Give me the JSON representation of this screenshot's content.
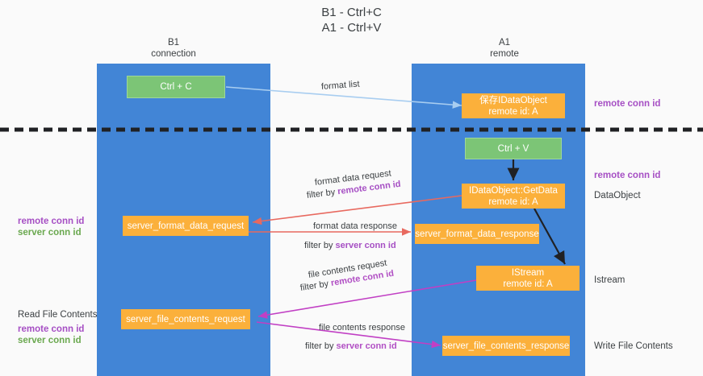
{
  "title": {
    "line1": "B1 - Ctrl+C",
    "line2": "A1 - Ctrl+V"
  },
  "columns": {
    "left": {
      "name": "B1",
      "role": "connection"
    },
    "right": {
      "name": "A1",
      "role": "remote"
    }
  },
  "boxes": {
    "ctrl_c": "Ctrl + C",
    "ctrl_v": "Ctrl + V",
    "save_idataobject_l1": "保存IDataObject",
    "save_idataobject_l2": "remote id: A",
    "getdata_l1": "IDataObject::GetData",
    "getdata_l2": "remote id: A",
    "istream_l1": "IStream",
    "istream_l2": "remote id: A",
    "server_format_data_request": "server_format_data_request",
    "server_format_data_response": "server_format_data_response",
    "server_file_contents_request": "server_file_contents_request",
    "server_file_contents_response": "server_file_contents_response"
  },
  "arrows": {
    "format_list": "format list",
    "format_data_request": "format data request",
    "format_data_request_filter_prefix": "filter by ",
    "format_data_request_filter_key": "remote conn id",
    "format_data_response": "format data response",
    "format_data_response_filter_prefix": "filter by ",
    "format_data_response_filter_key": "server conn id",
    "file_contents_request": "file contents request",
    "file_contents_request_filter_prefix": "filter by ",
    "file_contents_request_filter_key": "remote conn id",
    "file_contents_response": "file contents response",
    "file_contents_response_filter_prefix": "filter by ",
    "file_contents_response_filter_key": "server conn id"
  },
  "side_labels": {
    "right_remote_conn_id_top": "remote conn id",
    "right_remote_conn_id_mid": "remote conn id",
    "right_dataobject": "DataObject",
    "right_istream": "Istream",
    "right_write_file_contents": "Write File Contents",
    "left_remote_conn_id_mid": "remote conn id",
    "left_server_conn_id_mid": "server conn id",
    "left_read_file_contents": "Read File Contents",
    "left_remote_conn_id_bottom": "remote conn id",
    "left_server_conn_id_bottom": "server conn id"
  },
  "colors": {
    "lane": "#4285d6",
    "green_box": "#7cc576",
    "orange_box": "#fbb03b",
    "purple": "#a64fc4",
    "green_text": "#6aa84f",
    "arrow_blue": "#a8cdf0",
    "arrow_red": "#e8695f",
    "arrow_magenta": "#c13fc4",
    "arrow_black": "#202124",
    "background": "#fafafa"
  }
}
